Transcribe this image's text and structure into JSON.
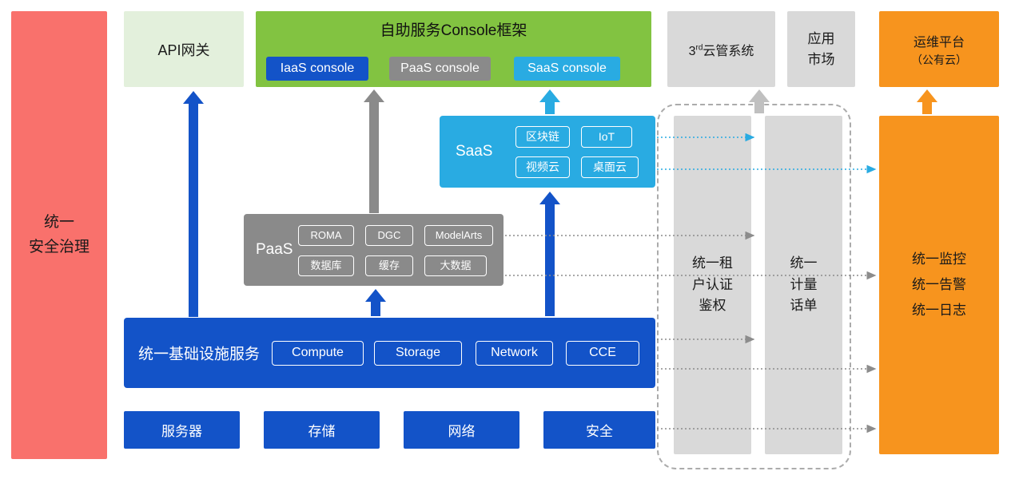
{
  "colors": {
    "red": "#F9716C",
    "light_green": "#E3F0DC",
    "green": "#82C341",
    "blue": "#1353C8",
    "cyan": "#29ABE2",
    "gray_dark": "#8A8A8A",
    "gray_light": "#D9D9D9",
    "orange": "#F7941E"
  },
  "security_bar": {
    "lines": [
      "统一",
      "安全治理"
    ]
  },
  "api_gateway": {
    "label": "API网关"
  },
  "console_frame": {
    "title": "自助服务Console框架",
    "buttons": [
      "IaaS console",
      "PaaS console",
      "SaaS console"
    ]
  },
  "third_cloud": {
    "base": "3",
    "sup": "rd",
    "rest": "云管系统"
  },
  "app_market": {
    "lines": [
      "应用",
      "市场"
    ]
  },
  "ops_platform": {
    "lines": [
      "运维平台",
      "（公有云）"
    ]
  },
  "saas": {
    "label": "SaaS",
    "chips": [
      "区块链",
      "IoT",
      "视频云",
      "桌面云"
    ]
  },
  "paas": {
    "label": "PaaS",
    "chips": [
      "ROMA",
      "DGC",
      "ModelArts",
      "数据库",
      "缓存",
      "大数据"
    ]
  },
  "iaas": {
    "label": "统一基础设施服务",
    "chips": [
      "Compute",
      "Storage",
      "Network",
      "CCE"
    ]
  },
  "hardware": [
    "服务器",
    "存储",
    "网络",
    "安全"
  ],
  "auth_bar": {
    "lines": [
      "统一租",
      "户认证",
      "鉴权"
    ]
  },
  "billing_bar": {
    "lines": [
      "统一",
      "计量",
      "话单"
    ]
  },
  "monitor_box": {
    "lines": [
      "统一监控",
      "统一告警",
      "统一日志"
    ]
  }
}
